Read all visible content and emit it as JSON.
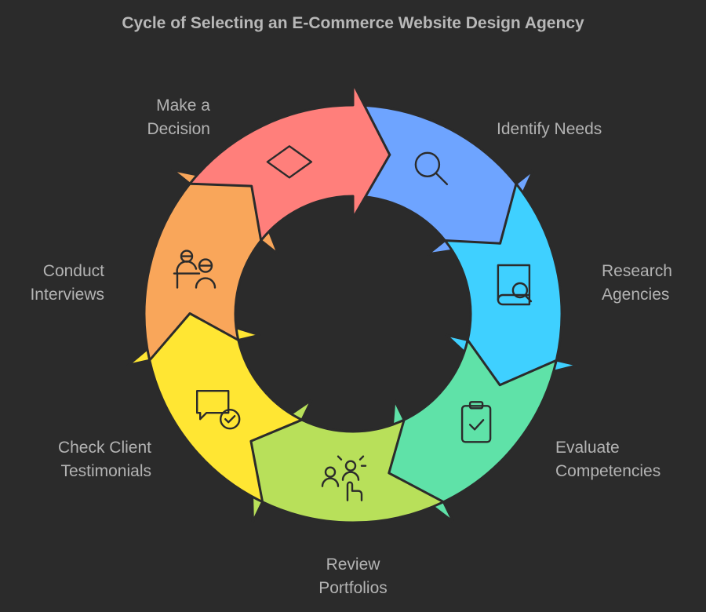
{
  "title": "Cycle of Selecting an E-Commerce Website Design Agency",
  "steps": [
    {
      "label_1": "Identify Needs",
      "label_2": "",
      "icon": "magnifier-icon",
      "color": "#6ea4ff"
    },
    {
      "label_1": "Research",
      "label_2": "Agencies",
      "icon": "book-search-icon",
      "color": "#3fd0ff"
    },
    {
      "label_1": "Evaluate",
      "label_2": "Competencies",
      "icon": "clipboard-check-icon",
      "color": "#5fe2a8"
    },
    {
      "label_1": "Review",
      "label_2": "Portfolios",
      "icon": "people-pointer-icon",
      "color": "#b8e05a"
    },
    {
      "label_1": "Check Client",
      "label_2": "Testimonials",
      "icon": "chat-check-icon",
      "color": "#ffe633"
    },
    {
      "label_1": "Conduct",
      "label_2": "Interviews",
      "icon": "interview-icon",
      "color": "#f9a65a"
    },
    {
      "label_1": "Make a",
      "label_2": "Decision",
      "icon": "diamond-icon",
      "color": "#ff7f7b"
    }
  ]
}
